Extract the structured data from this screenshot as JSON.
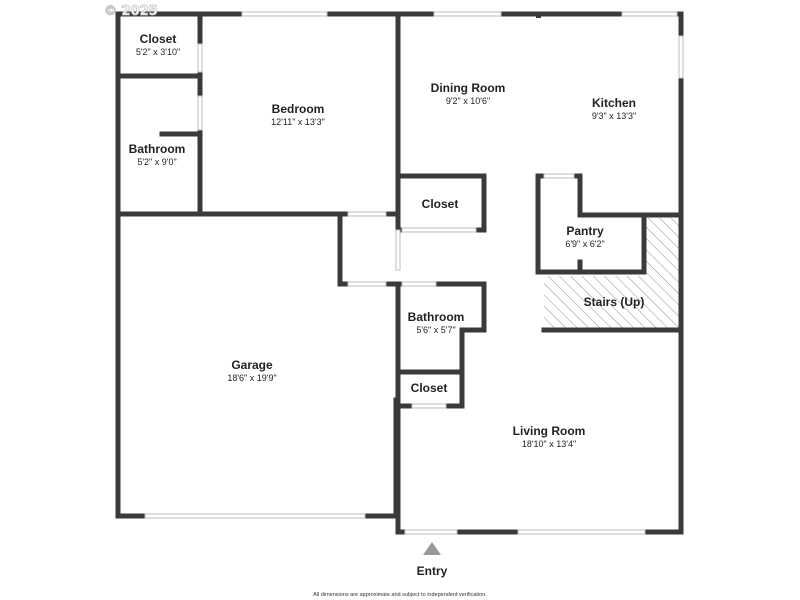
{
  "copyright": "© 2025",
  "rooms": {
    "closet_top": {
      "name": "Closet",
      "dim": "5'2\" x 3'10\""
    },
    "bathroom_left": {
      "name": "Bathroom",
      "dim": "5'2\" x 9'0\""
    },
    "bedroom": {
      "name": "Bedroom",
      "dim": "12'11\" x 13'3\""
    },
    "dining": {
      "name": "Dining Room",
      "dim": "9'2\" x 10'6\""
    },
    "kitchen": {
      "name": "Kitchen",
      "dim": "9'3\" x 13'3\""
    },
    "closet_mid": {
      "name": "Closet"
    },
    "pantry": {
      "name": "Pantry",
      "dim": "6'9\" x 6'2\""
    },
    "stairs": {
      "name": "Stairs (Up)"
    },
    "bathroom_mid": {
      "name": "Bathroom",
      "dim": "5'6\" x 5'7\""
    },
    "closet_low": {
      "name": "Closet"
    },
    "garage": {
      "name": "Garage",
      "dim": "18'6\" x 19'9\""
    },
    "living": {
      "name": "Living Room",
      "dim": "18'10\" x 13'4\""
    }
  },
  "entry": "Entry",
  "footnote": "All dimensions are approximate and subject to independent verification.",
  "colors": {
    "wall": "#3a3a3a",
    "background": "#ffffff",
    "opening": "#c8c8c8",
    "hatch": "#555555"
  }
}
